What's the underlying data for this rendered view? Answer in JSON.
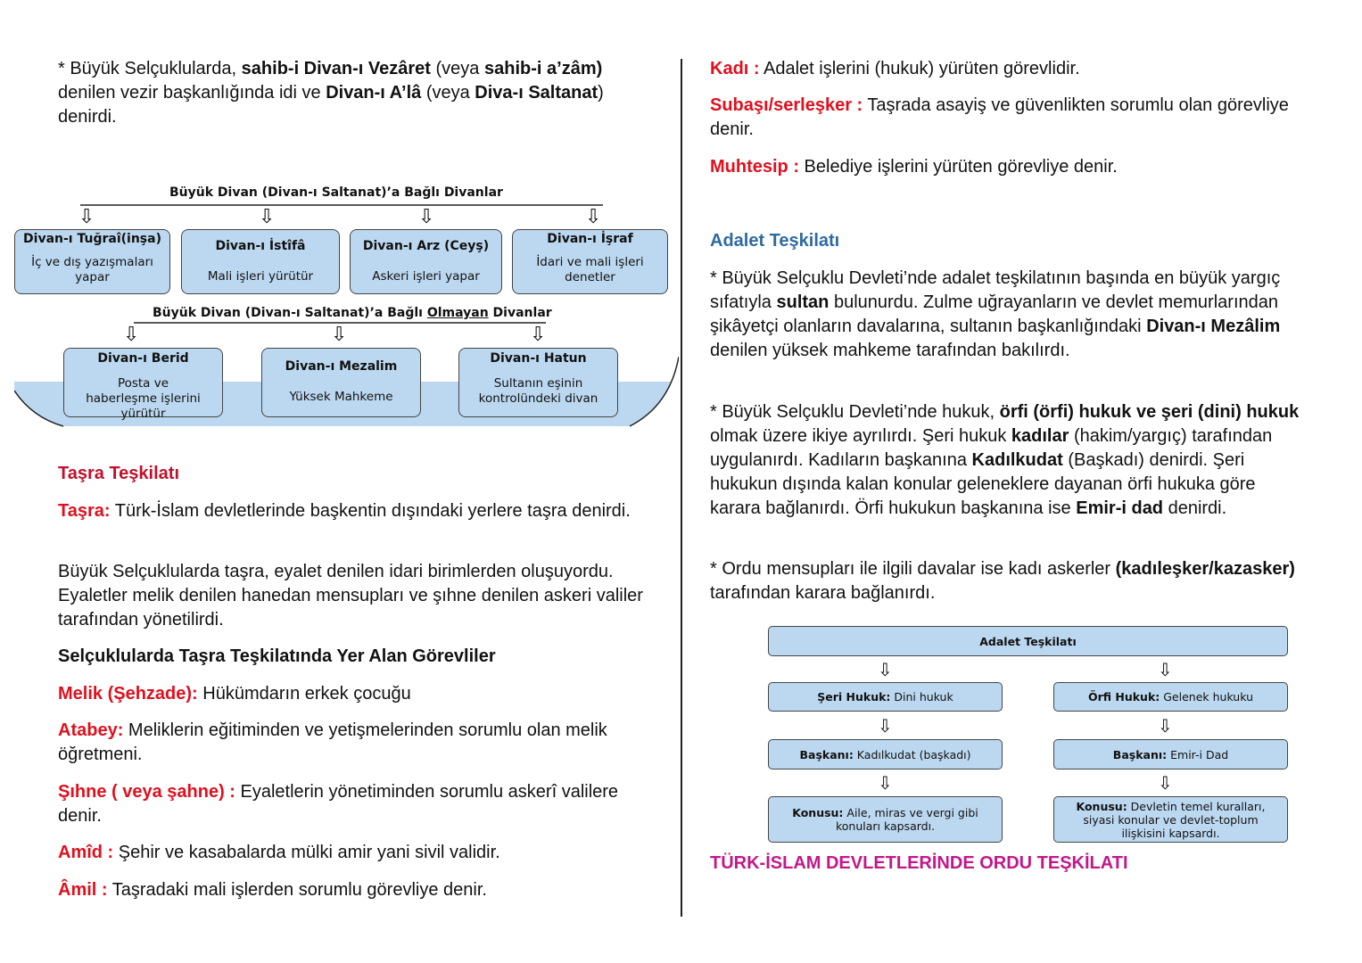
{
  "left": {
    "intro": {
      "p1": "* Büyük Selçuklularda, ",
      "b1": "sahib-i Divan-ı Vezâret",
      "p2": " (veya ",
      "b2": "sahib-i a’zâm)",
      "p3": " denilen vezir başkanlığında idi ve ",
      "b3": "Divan-ı A’lâ",
      "p4": " (veya ",
      "b4": "Diva-ı Saltanat",
      "p5": ") denirdi."
    },
    "diagram": {
      "bagli_title": "Büyük Divan (Divan-ı Saltanat)’a Bağlı Divanlar",
      "bagli": [
        {
          "title": "Divan-ı Tuğraî(inşa)",
          "desc": "İç ve dış yazışmaları yapar"
        },
        {
          "title": "Divan-ı İstîfâ",
          "desc": "Mali işleri yürütür"
        },
        {
          "title": "Divan-ı Arz (Ceyş)",
          "desc": "Askeri işleri yapar"
        },
        {
          "title": "Divan-ı İşraf",
          "desc": "İdari ve mali işleri denetler"
        }
      ],
      "olmayan_title_pre": "Büyük Divan (Divan-ı Saltanat)’a Bağlı ",
      "olmayan_title_u": "Olmayan",
      "olmayan_title_post": " Divanlar",
      "olmayan": [
        {
          "title": "Divan-ı Berid",
          "desc": "Posta ve haberleşme işlerini yürütür"
        },
        {
          "title": "Divan-ı Mezalim",
          "desc": "Yüksek Mahkeme"
        },
        {
          "title": "Divan-ı Hatun",
          "desc": "Sultanın eşinin kontrolündeki divan"
        }
      ],
      "arrow": "⇩"
    },
    "tasra_heading": "Taşra Teşkilatı",
    "tasra_def_label": "Taşra:",
    "tasra_def_text": " Türk-İslam devletlerinde başkentin dışındaki yerlere taşra denirdi.",
    "tasra_para": "Büyük Selçuklularda taşra, eyalet denilen idari birimlerden oluşuyordu. Eyaletler melik denilen hanedan mensupları ve şıhne denilen askeri valiler tarafından yönetilirdi.",
    "gorevliler_heading": "Selçuklularda Taşra Teşkilatında Yer Alan Görevliler",
    "items": [
      {
        "label": "Melik (Şehzade):",
        "text": " Hükümdarın erkek çocuğu"
      },
      {
        "label": "Atabey:",
        "text": " Meliklerin eğitiminden ve yetişmelerinden sorumlu olan melik öğretmeni."
      },
      {
        "label": "Şıhne ( veya şahne) :",
        "text": " Eyaletlerin yönetiminden sorumlu askerî valilere denir."
      },
      {
        "label": "Amîd :",
        "text": " Şehir ve kasabalarda mülki amir yani sivil validir."
      },
      {
        "label": "Âmil :",
        "text": " Taşradaki mali işlerden sorumlu görevliye denir."
      }
    ]
  },
  "right": {
    "items": [
      {
        "label": "Kadı :",
        "text": " Adalet işlerini (hukuk) yürüten görevlidir."
      },
      {
        "label": "Subaşı/serleşker :",
        "text": " Taşrada asayiş ve güvenlikten sorumlu olan görevliye denir."
      },
      {
        "label": "Muhtesip :",
        "text": " Belediye işlerini yürüten görevliye denir."
      }
    ],
    "adalet_heading": "Adalet Teşkilatı",
    "p1": {
      "a": "* Büyük Selçuklu Devleti’nde adalet teşkilatının başında en büyük yargıç sıfatıyla ",
      "b": "sultan",
      "c": " bulunurdu. Zulme uğrayanların ve devlet memurlarından şikâyetçi olanların davalarına, sultanın başkanlığındaki ",
      "d": "Divan-ı Mezâlim",
      "e": " denilen yüksek mahkeme tarafından bakılırdı."
    },
    "p2": {
      "a": "* Büyük Selçuklu Devleti’nde hukuk, ",
      "b": "örfi (örfi) hukuk ve şeri (dini) hukuk",
      "c": " olmak üzere ikiye ayrılırdı. Şeri hukuk ",
      "d": "kadılar",
      "e": " (hakim/yargıç) tarafından uygulanırdı. Kadıların başkanına ",
      "f": "Kadılkudat",
      "g": " (Başkadı) denirdi. Şeri hukukun dışında kalan konular geleneklere dayanan örfi hukuka göre karara bağlanırdı. Örfi hukukun başkanına ise ",
      "h": "Emir-i dad",
      "i": " denirdi."
    },
    "p3": {
      "a": "* Ordu mensupları ile ilgili davalar ise kadı askerler ",
      "b": "(kadıleşker/kazasker)",
      "c": " tarafından karara bağlanırdı."
    },
    "adalet_diagram": {
      "top": "Adalet Teşkilatı",
      "left": [
        {
          "bold": "Şeri Hukuk:",
          "text": " Dini hukuk"
        },
        {
          "bold": "Başkanı:",
          "text": " Kadılkudat (başkadı)"
        },
        {
          "bold": "Konusu:",
          "text": " Aile, miras ve vergi gibi konuları kapsardı."
        }
      ],
      "right": [
        {
          "bold": "Örfi Hukuk:",
          "text": " Gelenek hukuku"
        },
        {
          "bold": "Başkanı:",
          "text": " Emir-i Dad"
        },
        {
          "bold": "Konusu:",
          "text": " Devletin temel kuralları, siyasi konular ve devlet-toplum ilişkisini kapsardı."
        }
      ],
      "arrow": "⇩"
    },
    "ordu_heading": "TÜRK-İSLAM DEVLETLERİNDE ORDU TEŞKİLATI"
  }
}
